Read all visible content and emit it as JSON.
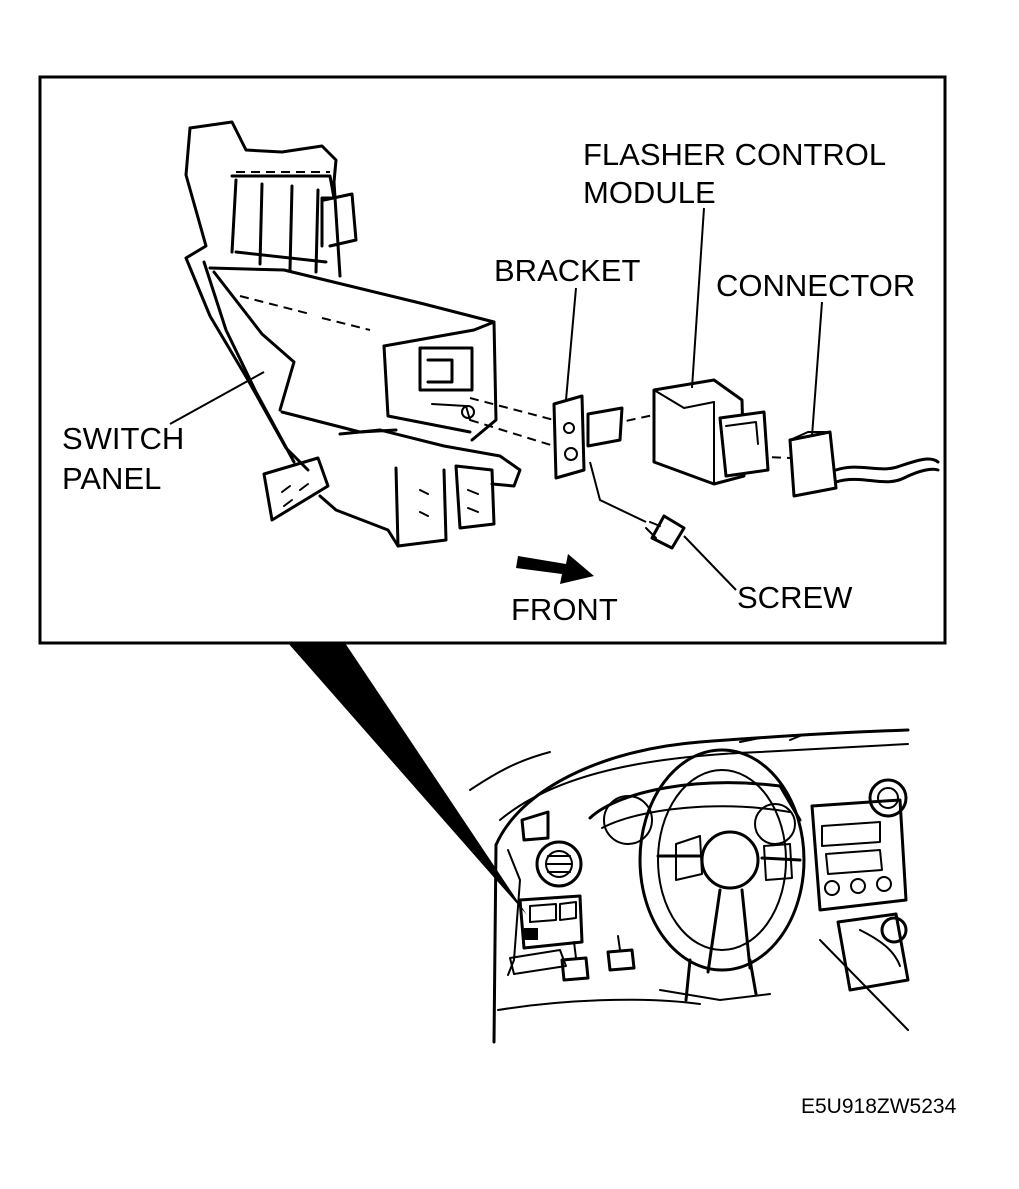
{
  "labels": {
    "flasher_line1": "FLASHER CONTROL",
    "flasher_line2": "MODULE",
    "bracket": "BRACKET",
    "connector": "CONNECTOR",
    "switch_line1": "SWITCH",
    "switch_line2": "PANEL",
    "screw": "SCREW",
    "front": "FRONT"
  },
  "figure_code": "E5U918ZW5234"
}
